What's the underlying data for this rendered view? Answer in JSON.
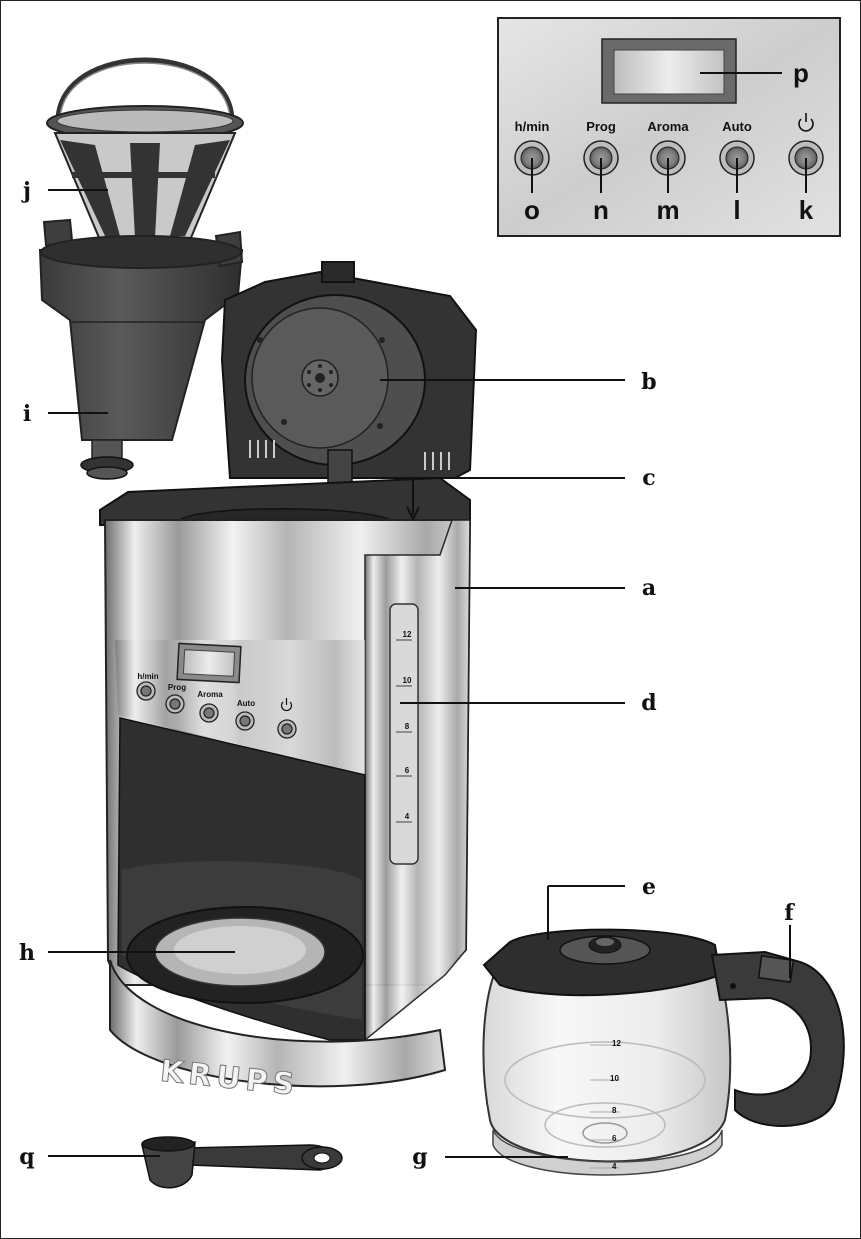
{
  "control_panel": {
    "buttons": [
      {
        "label": "h/min",
        "letter": "o"
      },
      {
        "label": "Prog",
        "letter": "n"
      },
      {
        "label": "Aroma",
        "letter": "m"
      },
      {
        "label": "Auto",
        "letter": "l"
      },
      {
        "label": "",
        "letter": "k",
        "icon": "power-icon"
      }
    ],
    "display_letter": "p"
  },
  "machine": {
    "brand": "KRUPS",
    "front_panel_labels": [
      "h/min",
      "Prog",
      "Aroma",
      "Auto"
    ],
    "tank_scale": [
      "12",
      "10",
      "8",
      "6",
      "4"
    ]
  },
  "carafe": {
    "scale": [
      "12",
      "10",
      "8",
      "6",
      "4"
    ]
  },
  "callouts": {
    "a": "a",
    "b": "b",
    "c": "c",
    "d": "d",
    "e": "e",
    "f": "f",
    "g": "g",
    "h": "h",
    "i": "i",
    "j": "j",
    "q": "q"
  },
  "colors": {
    "dark_plastic": "#4a4a4a",
    "steel": "#cfcfcf",
    "panel": "#d8d8d8"
  }
}
